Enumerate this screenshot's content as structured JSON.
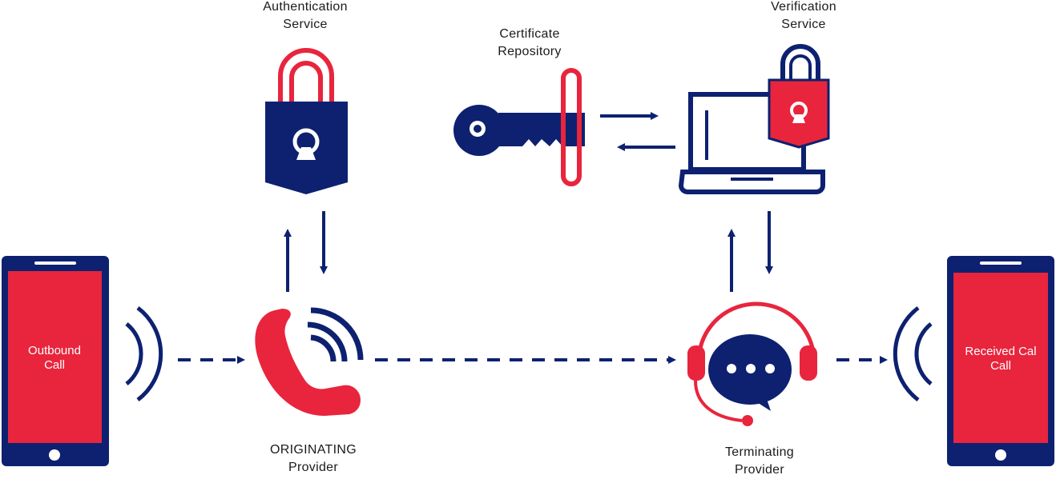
{
  "colors": {
    "navy": "#0d2170",
    "red": "#e8253d",
    "white": "#ffffff"
  },
  "labels": {
    "auth_line1": "Authentication",
    "auth_line2": "Service",
    "cert_line1": "Certificate",
    "cert_line2": "Repository",
    "verif_line1": "Verification",
    "verif_line2": "Service",
    "orig_line1": "ORIGINATING",
    "orig_line2": "Provider",
    "term_line1": "Terminating",
    "term_line2": "Provider"
  },
  "phones": {
    "outbound_line1": "Outbound",
    "outbound_line2": "Call",
    "received_line1": "Received Cal",
    "received_line2": "Call"
  },
  "icons": {
    "auth": "padlock-icon",
    "cert": "key-icon",
    "verif": "laptop-lock-icon",
    "orig": "phone-handset-icon",
    "term": "headset-chat-icon",
    "outbound": "smartphone-icon",
    "received": "smartphone-icon"
  }
}
